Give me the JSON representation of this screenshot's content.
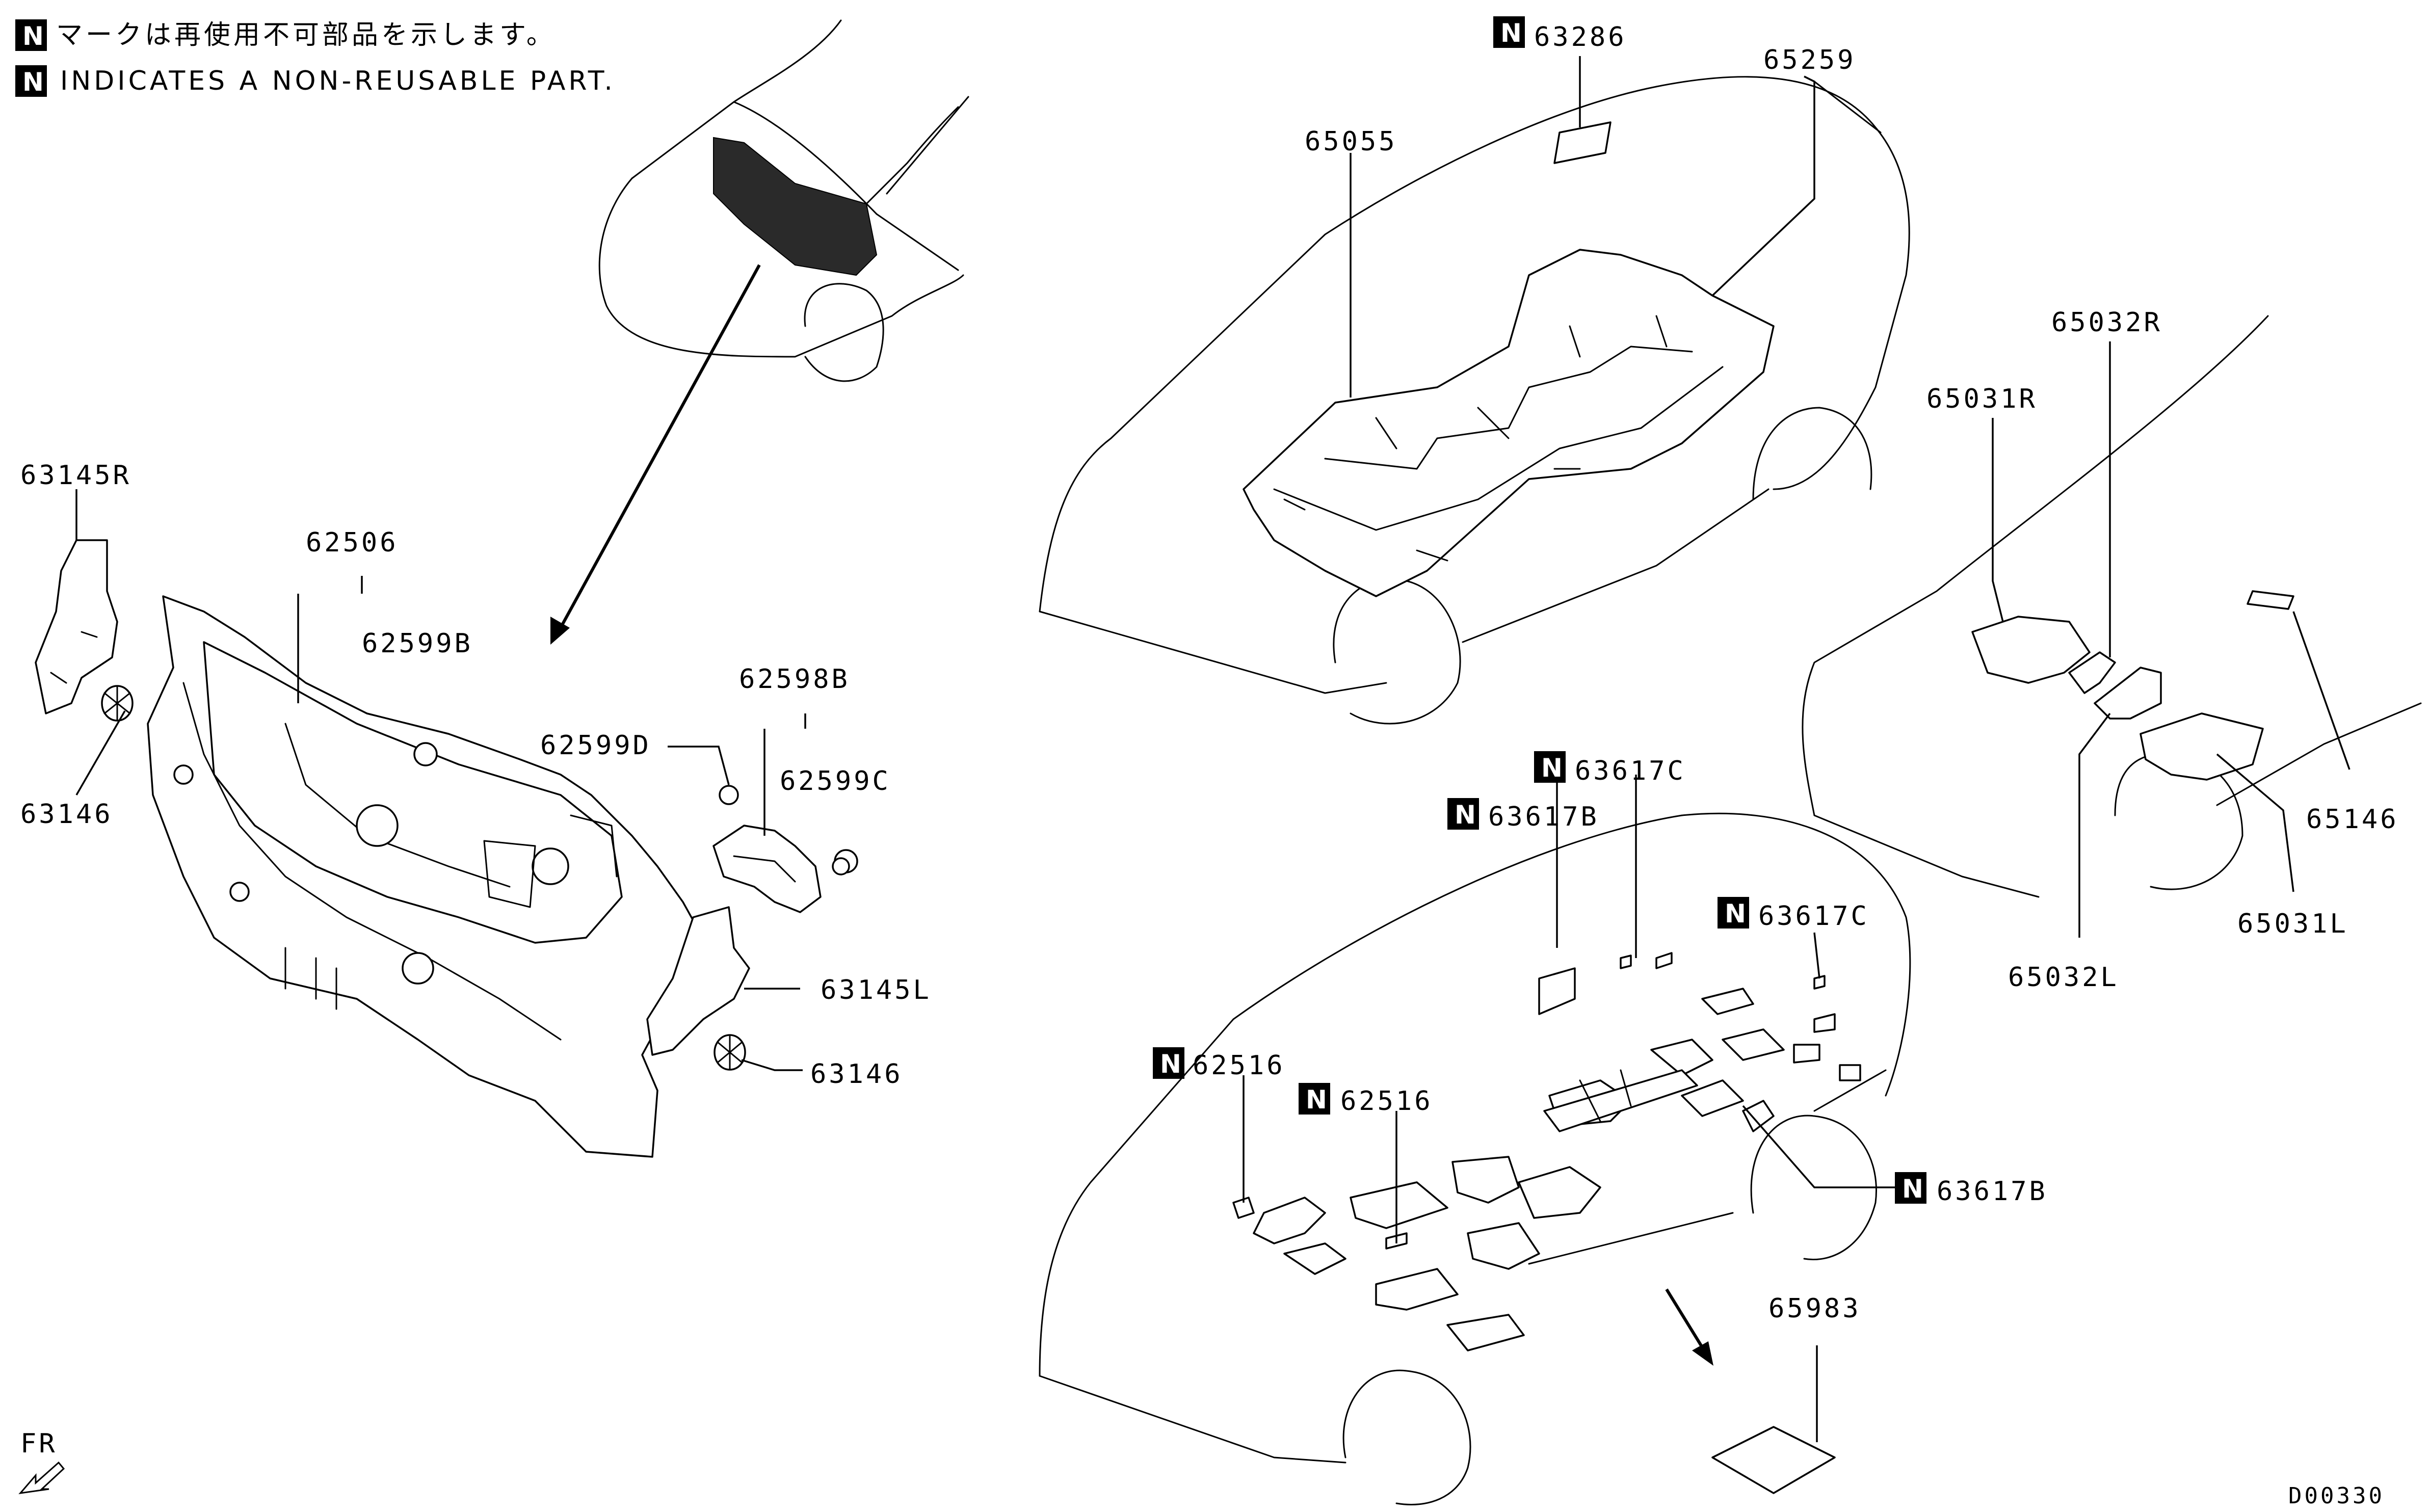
{
  "notes": {
    "jp": "マークは再使用不可部品を示します。",
    "en": "INDICATES A NON-REUSABLE PART.",
    "badge": "N"
  },
  "labels": {
    "p63145R": "63145R",
    "p62506": "62506",
    "p62599B": "62599B",
    "p62598B": "62598B",
    "p62599D": "62599D",
    "p62599C": "62599C",
    "p63146a": "63146",
    "p63145L": "63145L",
    "p63146b": "63146",
    "p63286": "63286",
    "p65259": "65259",
    "p65055": "65055",
    "p65032R": "65032R",
    "p65031R": "65031R",
    "p65146": "65146",
    "p65031L": "65031L",
    "p65032L": "65032L",
    "p63617Ca": "63617C",
    "p63617Ba": "63617B",
    "p63617Cb": "63617C",
    "p62516a": "62516",
    "p62516b": "62516",
    "p63617Bb": "63617B",
    "p65983": "65983"
  },
  "fr": "FR",
  "code": "D00330",
  "icons": {
    "front_arrow": "fr-arrow-icon",
    "non_reusable": "n-badge-icon"
  }
}
